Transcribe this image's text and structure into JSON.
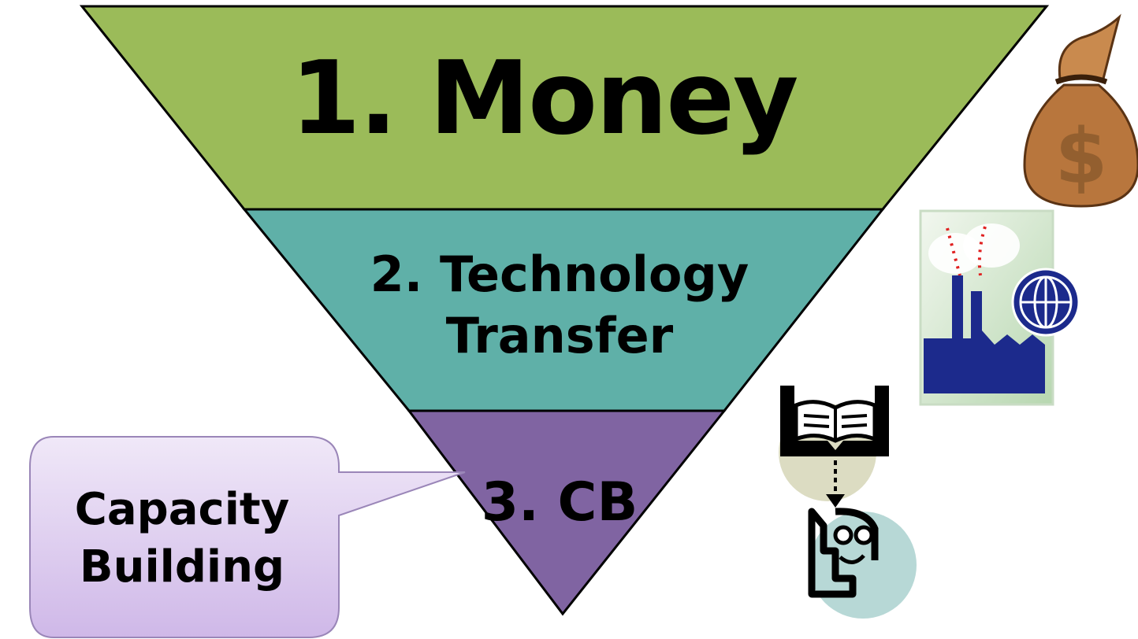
{
  "pyramid": {
    "levels": [
      {
        "label": "1. Money",
        "color": "#9bbb59"
      },
      {
        "label_line1": "2. Technology",
        "label_line2": "Transfer",
        "color": "#5fb0a8"
      },
      {
        "label": "3. CB",
        "color": "#8064a2"
      }
    ]
  },
  "callout": {
    "line1": "Capacity",
    "line2": "Building",
    "color_top": "#f0e8f8",
    "color_bottom": "#cfb8e8"
  },
  "icons": [
    "money-bag-icon",
    "factory-globe-icon",
    "book-learning-icon"
  ]
}
